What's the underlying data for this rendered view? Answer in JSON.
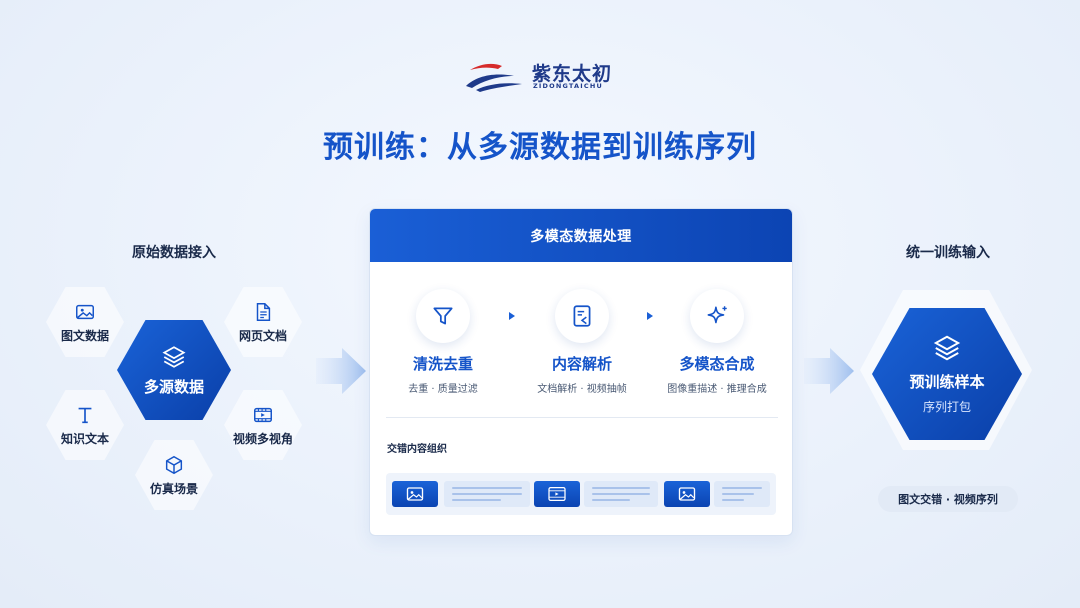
{
  "logo": {
    "name": "紫东太初",
    "subtitle": "ZIDONGTAICHU"
  },
  "title": "预训练：从多源数据到训练序列",
  "left": {
    "label": "原始数据接入",
    "center": {
      "label": "多源数据",
      "icon": "layers-icon"
    },
    "sources": [
      {
        "label": "图文数据",
        "icon": "image-icon"
      },
      {
        "label": "网页文档",
        "icon": "document-icon"
      },
      {
        "label": "知识文本",
        "icon": "text-icon"
      },
      {
        "label": "视频多视角",
        "icon": "video-icon"
      },
      {
        "label": "仿真场景",
        "icon": "cube-icon"
      }
    ]
  },
  "panel": {
    "header": "多模态数据处理",
    "steps": [
      {
        "title": "清洗去重",
        "sub": "去重 · 质量过滤",
        "icon": "filter-icon"
      },
      {
        "title": "内容解析",
        "sub": "文档解析 · 视频抽帧",
        "icon": "parse-icon"
      },
      {
        "title": "多模态合成",
        "sub": "图像重描述 · 推理合成",
        "icon": "sparkle-icon"
      }
    ],
    "interleave_label": "交错内容组织"
  },
  "right": {
    "label": "统一训练输入",
    "hex_title": "预训练样本",
    "hex_sub": "序列打包",
    "pill": "图文交错 · 视频序列"
  },
  "colors": {
    "primary": "#1554c9",
    "accent": "#1a5fd6",
    "dark": "#0a3fa8"
  }
}
